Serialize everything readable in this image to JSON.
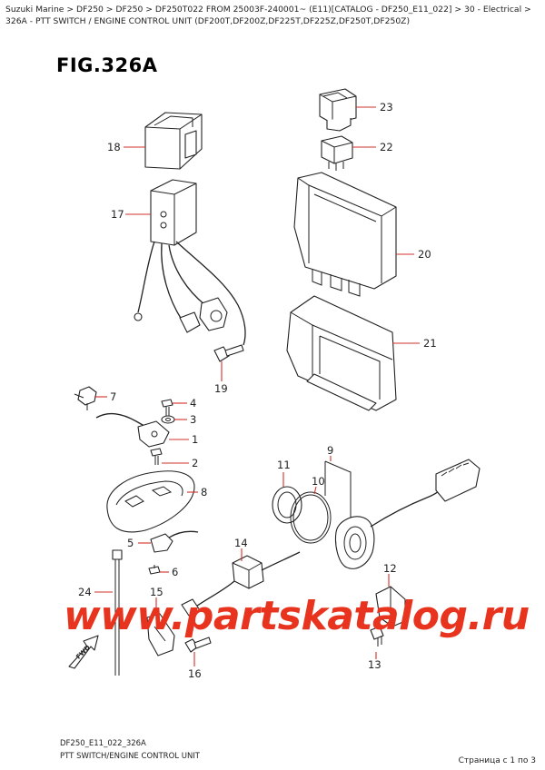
{
  "breadcrumb": "Suzuki Marine > DF250 > DF250 > DF250T022 FROM 25003F-240001~ (E11)[CATALOG - DF250_E11_022] > 30 - Electrical > 326A - PTT SWITCH / ENGINE CONTROL UNIT (DF200T,DF200Z,DF225T,DF225Z,DF250T,DF250Z)",
  "figure_title": "FIG.326A",
  "callouts": {
    "c1": "1",
    "c2": "2",
    "c3": "3",
    "c4": "4",
    "c5": "5",
    "c6": "6",
    "c7": "7",
    "c8": "8",
    "c9": "9",
    "c10": "10",
    "c11": "11",
    "c12": "12",
    "c13": "13",
    "c14": "14",
    "c15": "15",
    "c16": "16",
    "c17": "17",
    "c18": "18",
    "c19": "19",
    "c20": "20",
    "c21": "21",
    "c22": "22",
    "c23": "23",
    "c24": "24"
  },
  "fwd_label": "FWD",
  "watermark": "www.partskatalog.ru",
  "diagram_code": "DF250_E11_022_326A",
  "caption": "PTT SWITCH/ENGINE CONTROL UNIT",
  "page_info": "Страница с 1 по 3",
  "colors": {
    "callout_leader": "#d0302b",
    "watermark": "#e8331e"
  }
}
